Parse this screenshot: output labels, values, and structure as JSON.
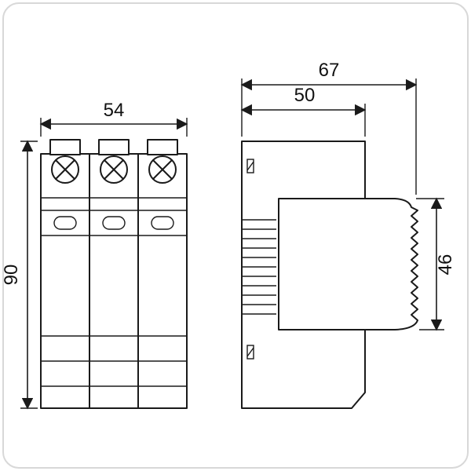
{
  "colors": {
    "line": "#1a1a1a",
    "frame": "#d8d8d8",
    "background": "#ffffff"
  },
  "front_view": {
    "width_label": "54",
    "height_label": "90"
  },
  "side_view": {
    "total_depth_label": "67",
    "base_depth_label": "50",
    "module_height_label": "46"
  }
}
